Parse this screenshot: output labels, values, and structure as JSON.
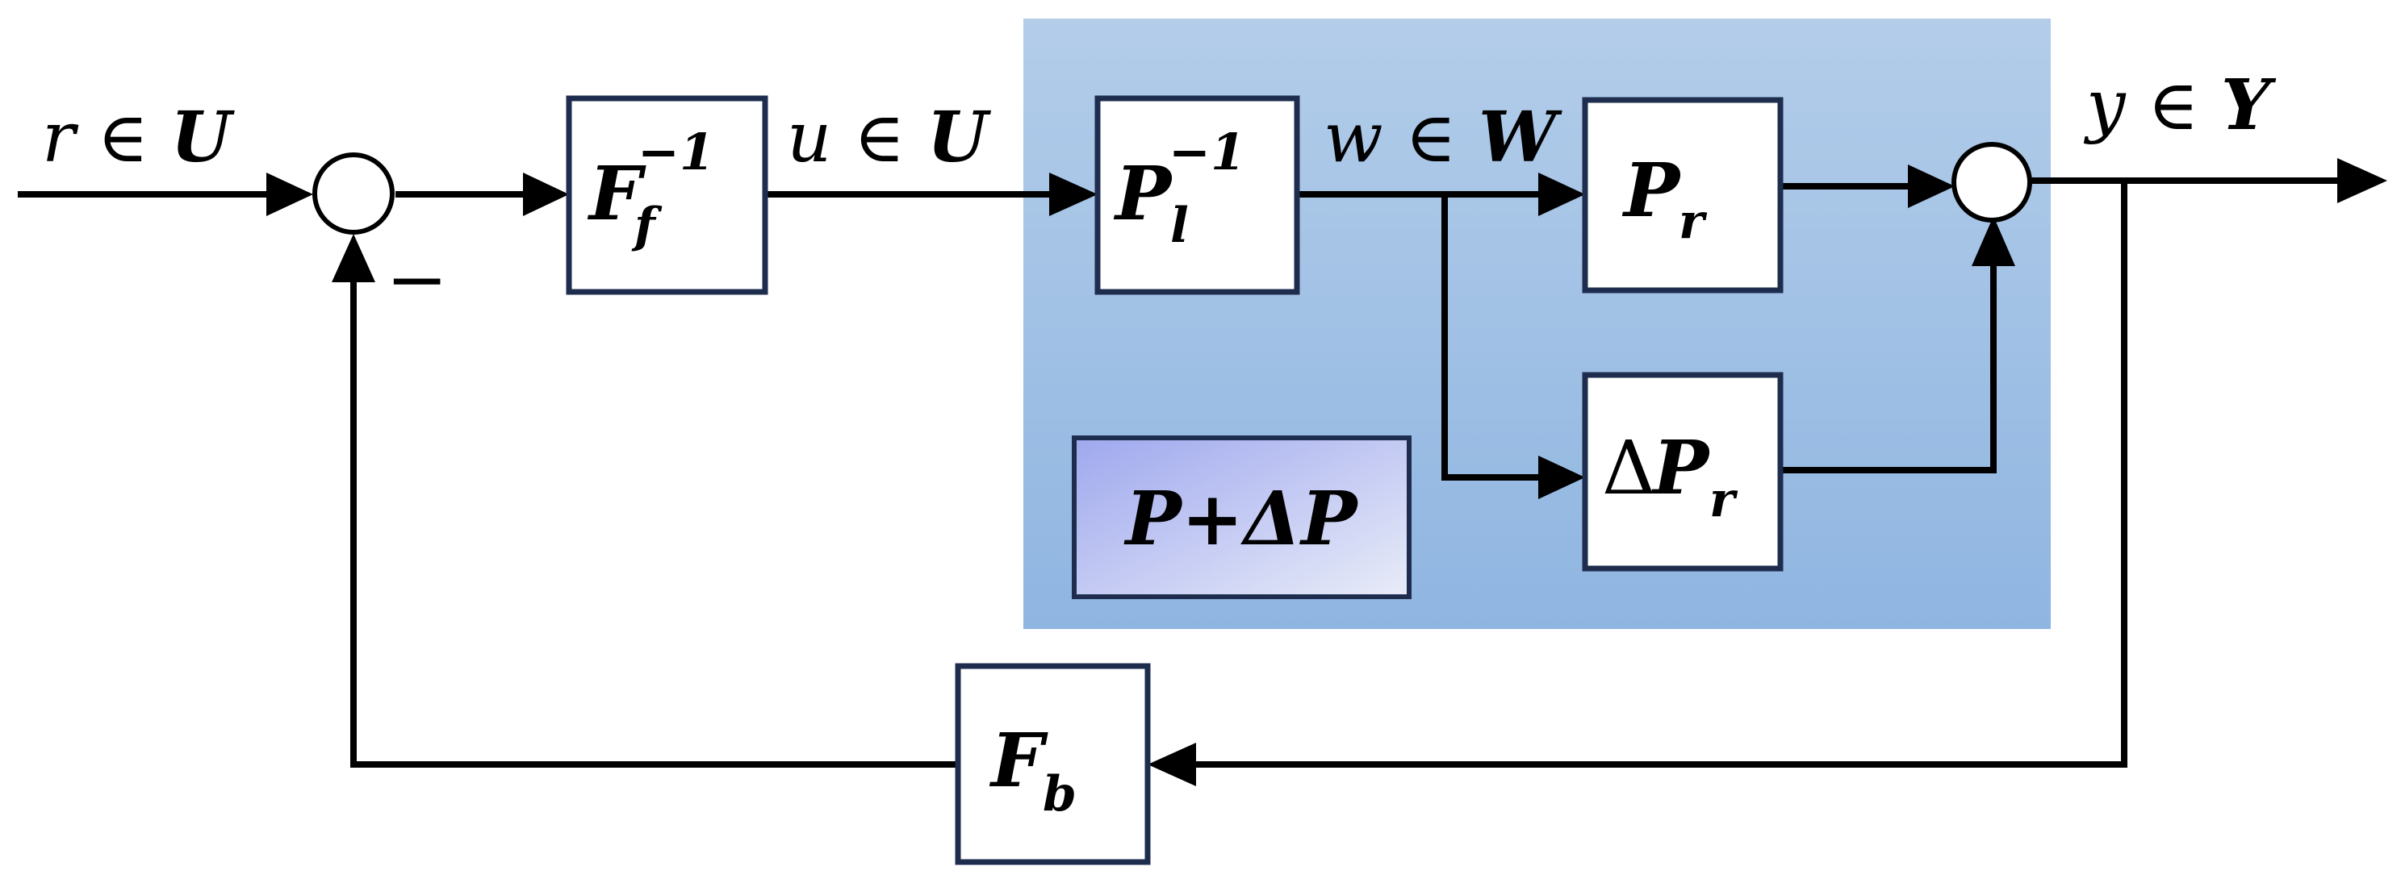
{
  "diagram": {
    "signals": {
      "r": {
        "var": "r",
        "op": "∈",
        "set": "U"
      },
      "u": {
        "var": "u",
        "op": "∈",
        "set": "U"
      },
      "w": {
        "var": "w",
        "op": "∈",
        "set": "W"
      },
      "y": {
        "var": "y",
        "op": "∈",
        "set": "Y"
      }
    },
    "blocks": {
      "ff_inv": {
        "base": "F",
        "sub": "f",
        "sup": "−1"
      },
      "pl_inv": {
        "base": "P",
        "sub": "l",
        "sup": "−1"
      },
      "pr": {
        "base": "P",
        "sub": "r"
      },
      "dpr": {
        "prefix": "Δ",
        "base": "P",
        "sub": "r"
      },
      "fb": {
        "base": "F",
        "sub": "b"
      }
    },
    "plant_label": "P+ΔP",
    "minus_sign": "−",
    "colors": {
      "plant_region_top": "#b3cde9",
      "plant_region_bottom": "#8fb5e1",
      "legend_top_left": "#9fa8ee",
      "legend_bottom_right": "#e8ecf8",
      "block_border": "#1e2d4e",
      "wire": "#000000"
    }
  }
}
